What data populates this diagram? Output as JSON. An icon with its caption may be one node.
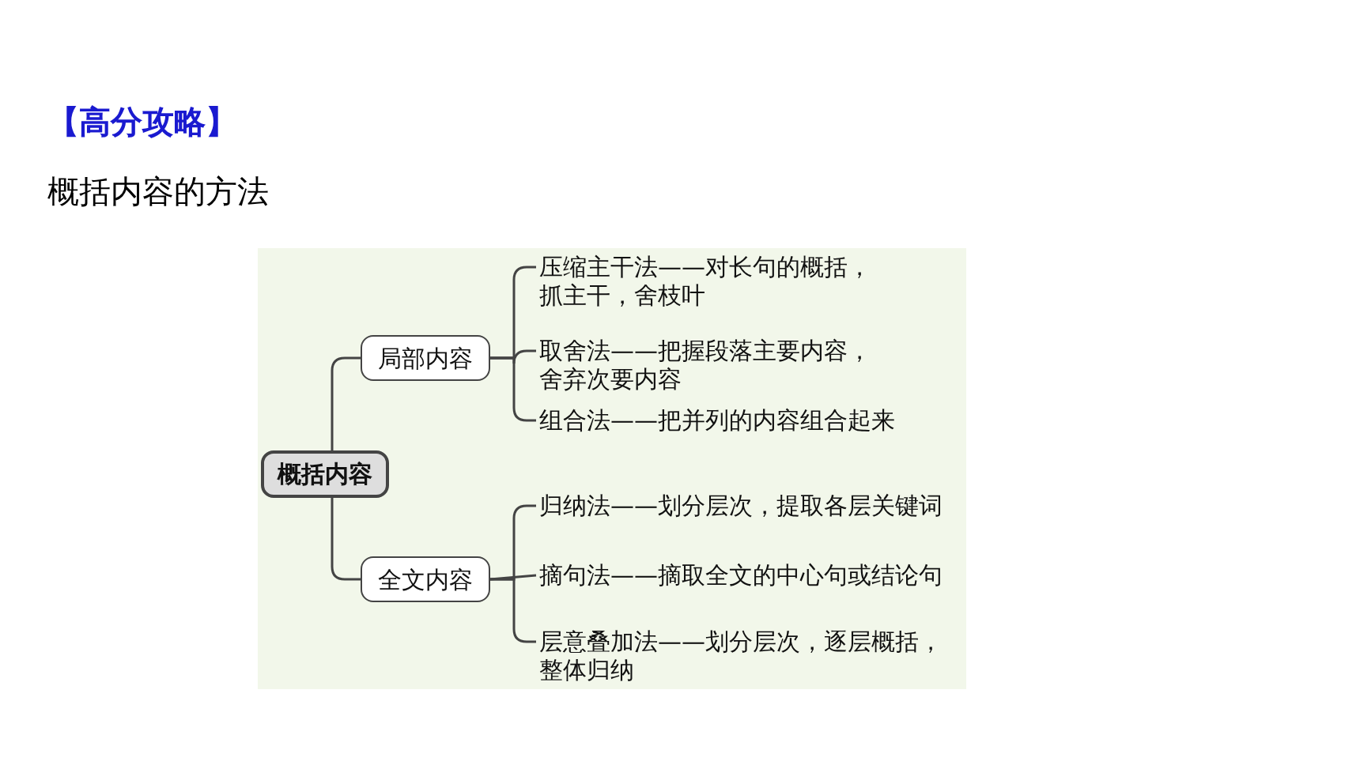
{
  "diagram": {
    "title": "【高分攻略】",
    "nodes": [
      {
        "text": [
          "概括内容"
        ]
      },
      {
        "text": [
          "局部内容"
        ]
      },
      {
        "text": [
          "压缩主干法——对长句的概括，抓主干，舍枝叶"
        ]
      },
      {
        "text": [
          "取舍法——把握段落主要内容，舍弃次要内容"
        ]
      },
      {
        "text": [
          "组合法——把并列的内容组合起来"
        ]
      },
      {
        "text": [
          "全文内容"
        ]
      },
      {
        "text": [
          "归纳法——划分层次，提取各层关键词"
        ]
      },
      {
        "text": [
          "摘句法——摘取全文的中心句或结论句"
        ]
      },
      {
        "text": [
          "层意叠加法——划分层次，逐层概括，整体归纳"
        ]
      }
    ],
    "edges": [
      {
        "from": 0,
        "to": 1,
        "arrow": "none"
      },
      {
        "from": 0,
        "to": 5,
        "arrow": "none"
      },
      {
        "from": 1,
        "to": 2,
        "arrow": "none"
      },
      {
        "from": 1,
        "to": 3,
        "arrow": "none"
      },
      {
        "from": 1,
        "to": 4,
        "arrow": "none"
      },
      {
        "from": 5,
        "to": 6,
        "arrow": "none"
      },
      {
        "from": 5,
        "to": 7,
        "arrow": "none"
      },
      {
        "from": 5,
        "to": 8,
        "arrow": "none"
      }
    ],
    "labels": [
      "概括内容的方法"
    ]
  }
}
